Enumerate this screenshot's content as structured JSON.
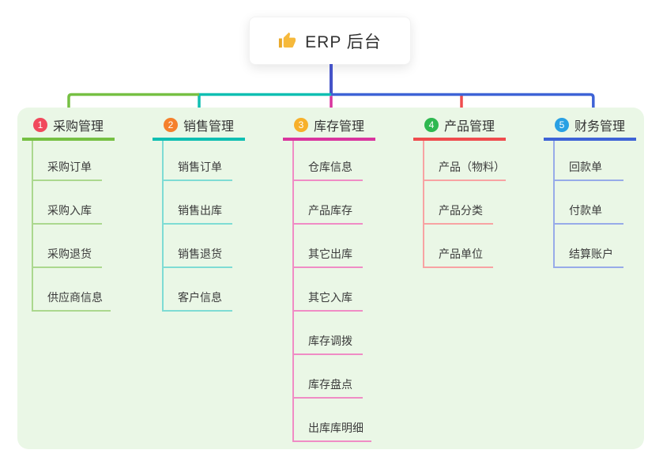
{
  "root": {
    "title": "ERP 后台",
    "icon": "thumbs-up-icon",
    "icon_color": "#f6b93b"
  },
  "canvas": {
    "panel_color": "#eaf7e6",
    "root_connector_color": "#4553c8"
  },
  "branches": [
    {
      "index": "1",
      "label": "采购管理",
      "badge_color": "#f1495c",
      "line_color": "#76c043",
      "child_line_color": "#abd88e",
      "children": [
        "采购订单",
        "采购入库",
        "采购退货",
        "供应商信息"
      ]
    },
    {
      "index": "2",
      "label": "销售管理",
      "badge_color": "#f5802c",
      "line_color": "#10bfb2",
      "child_line_color": "#7edcd4",
      "children": [
        "销售订单",
        "销售出库",
        "销售退货",
        "客户信息"
      ]
    },
    {
      "index": "3",
      "label": "库存管理",
      "badge_color": "#f7b02a",
      "line_color": "#d9359e",
      "child_line_color": "#f08cc5",
      "children": [
        "仓库信息",
        "产品库存",
        "其它出库",
        "其它入库",
        "库存调拨",
        "库存盘点",
        "出库库明细"
      ]
    },
    {
      "index": "4",
      "label": "产品管理",
      "badge_color": "#2eb850",
      "line_color": "#ef4c4e",
      "child_line_color": "#f8a3a3",
      "children": [
        "产品（物料）",
        "产品分类",
        "产品单位"
      ]
    },
    {
      "index": "5",
      "label": "财务管理",
      "badge_color": "#29a0e3",
      "line_color": "#3e63d6",
      "child_line_color": "#97abe9",
      "children": [
        "回款单",
        "付款单",
        "结算账户"
      ]
    }
  ]
}
